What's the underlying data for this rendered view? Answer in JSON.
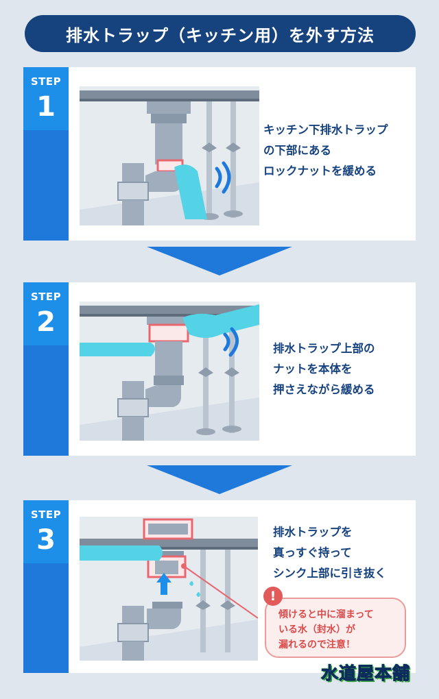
{
  "title": "排水トラップ（キッチン用）を外す方法",
  "steps": [
    {
      "label": "STEP",
      "number": "1",
      "lines": [
        "キッチン下排水トラップ",
        "の下部にある",
        "ロックナットを緩める"
      ]
    },
    {
      "label": "STEP",
      "number": "2",
      "lines": [
        "排水トラップ上部の",
        "ナットを本体を",
        "押さえながら緩める"
      ]
    },
    {
      "label": "STEP",
      "number": "3",
      "lines": [
        "排水トラップを",
        "真っすぐ持って",
        "シンク上部に引き抜く"
      ]
    }
  ],
  "warning": {
    "icon": "!",
    "lines": [
      "傾けると中に溜まって",
      "いる水（封水）が",
      "漏れるので注意！"
    ]
  },
  "logo": "水道屋本舗",
  "colors": {
    "title_bg": "#16427e",
    "step_dark": "#1f79da",
    "step_light": "#1e8fe9",
    "text": "#16427e",
    "arrow": "#1f79da",
    "glove": "#55d3e6",
    "highlight": "#e8676f",
    "warning": "#d94b4b"
  }
}
